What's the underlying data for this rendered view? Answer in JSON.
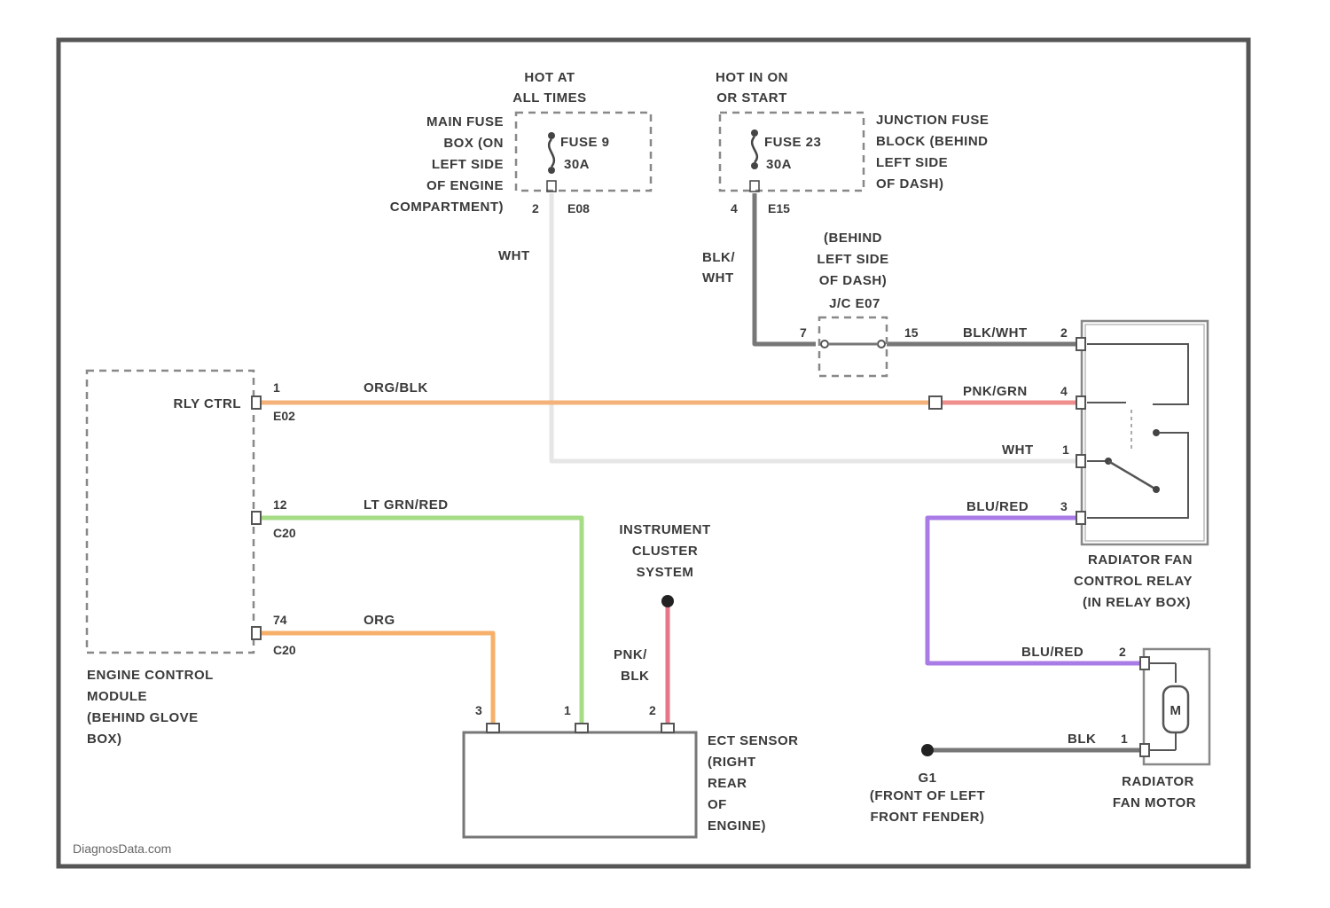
{
  "colors": {
    "org_blk": "#f4b27a",
    "pnk_grn": "#f08e8e",
    "lt_grn_red": "#a6dc86",
    "org": "#f6b06a",
    "pnk_blk": "#e6768a",
    "blu_red": "#a97be6",
    "wht": "#e6e6e6",
    "blk": "#777777"
  },
  "labels": {
    "hot_at_all_times_1": "HOT AT",
    "hot_at_all_times_2": "ALL TIMES",
    "hot_in_on_1": "HOT IN ON",
    "hot_in_on_2": "OR START",
    "main_fuse_1": "MAIN FUSE",
    "main_fuse_2": "BOX (ON",
    "main_fuse_3": "LEFT SIDE",
    "main_fuse_4": "OF ENGINE",
    "main_fuse_5": "COMPARTMENT)",
    "fuse1_name": "FUSE 9",
    "fuse1_amps": "30A",
    "fuse1_pin": "2",
    "fuse1_conn": "E08",
    "fuse2_name": "FUSE 23",
    "fuse2_amps": "30A",
    "fuse2_pin": "4",
    "fuse2_conn": "E15",
    "junction_1": "JUNCTION FUSE",
    "junction_2": "BLOCK (BEHIND",
    "junction_3": "LEFT SIDE",
    "junction_4": "OF DASH)",
    "wht_vert": "WHT",
    "blk_wht_1": "BLK/",
    "blk_wht_2": "WHT",
    "behind_1": "(BEHIND",
    "behind_2": "LEFT SIDE",
    "behind_3": "OF DASH)",
    "jc_conn": "J/C E07",
    "jc_pin_left": "7",
    "jc_pin_right": "15",
    "blk_wht_h": "BLK/WHT",
    "relay_pin_top": "2",
    "rly_ctrl": "RLY CTRL",
    "ecm_pin_1": "1",
    "ecm_conn_1": "E02",
    "org_blk": "ORG/BLK",
    "pnk_grn": "PNK/GRN",
    "relay_pin_4": "4",
    "wht_h": "WHT",
    "relay_pin_1": "1",
    "ecm_pin_12": "12",
    "ecm_conn_12": "C20",
    "lt_grn_red": "LT GRN/RED",
    "blu_red_top": "BLU/RED",
    "relay_pin_3": "3",
    "ecm_pin_74": "74",
    "ecm_conn_74": "C20",
    "org": "ORG",
    "ecm_1": "ENGINE CONTROL",
    "ecm_2": "MODULE",
    "ecm_3": "(BEHIND GLOVE",
    "ecm_4": "BOX)",
    "ic_1": "INSTRUMENT",
    "ic_2": "CLUSTER",
    "ic_3": "SYSTEM",
    "pnk_blk_1": "PNK/",
    "pnk_blk_2": "BLK",
    "ect_pin_3": "3",
    "ect_pin_1": "1",
    "ect_pin_2": "2",
    "ect_1": "ECT SENSOR",
    "ect_2": "(RIGHT",
    "ect_3": "REAR",
    "ect_4": "OF",
    "ect_5": "ENGINE)",
    "relay_1": "RADIATOR FAN",
    "relay_2": "CONTROL RELAY",
    "relay_3": "(IN RELAY BOX)",
    "blu_red_bottom": "BLU/RED",
    "motor_pin_2": "2",
    "motor_m": "M",
    "blk_h": "BLK",
    "motor_pin_1": "1",
    "ground_name": "G1",
    "ground_1": "(FRONT OF LEFT",
    "ground_2": "FRONT FENDER)",
    "motor_1": "RADIATOR",
    "motor_2": "FAN MOTOR",
    "watermark": "DiagnosData.com"
  }
}
